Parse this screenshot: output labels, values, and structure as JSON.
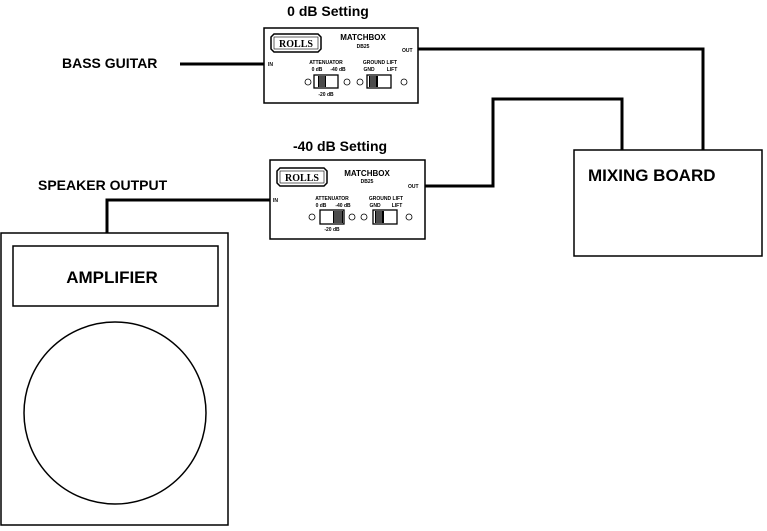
{
  "source": {
    "label": "BASS GUITAR"
  },
  "amp_output": {
    "label": "SPEAKER OUTPUT"
  },
  "amplifier": {
    "label": "AMPLIFIER"
  },
  "mixing_board": {
    "label": "MIXING BOARD"
  },
  "matchbox_top": {
    "setting": "0 dB Setting",
    "logo": "ROLLS",
    "name": "MATCHBOX",
    "model": "DB25",
    "in_label": "IN",
    "out_label": "OUT",
    "attenuator_label": "ATTENUATOR",
    "att_left": "0 dB",
    "att_right": "-40 dB",
    "att_bottom": "-20 dB",
    "ground_label": "GROUND LIFT",
    "gnd_left": "GND",
    "gnd_right": "LIFT"
  },
  "matchbox_bottom": {
    "setting": "-40 dB Setting",
    "logo": "ROLLS",
    "name": "MATCHBOX",
    "model": "DB25",
    "in_label": "IN",
    "out_label": "OUT",
    "attenuator_label": "ATTENUATOR",
    "att_left": "0 dB",
    "att_right": "-40 dB",
    "att_bottom": "-20 dB",
    "ground_label": "GROUND LIFT",
    "gnd_left": "GND",
    "gnd_right": "LIFT"
  }
}
